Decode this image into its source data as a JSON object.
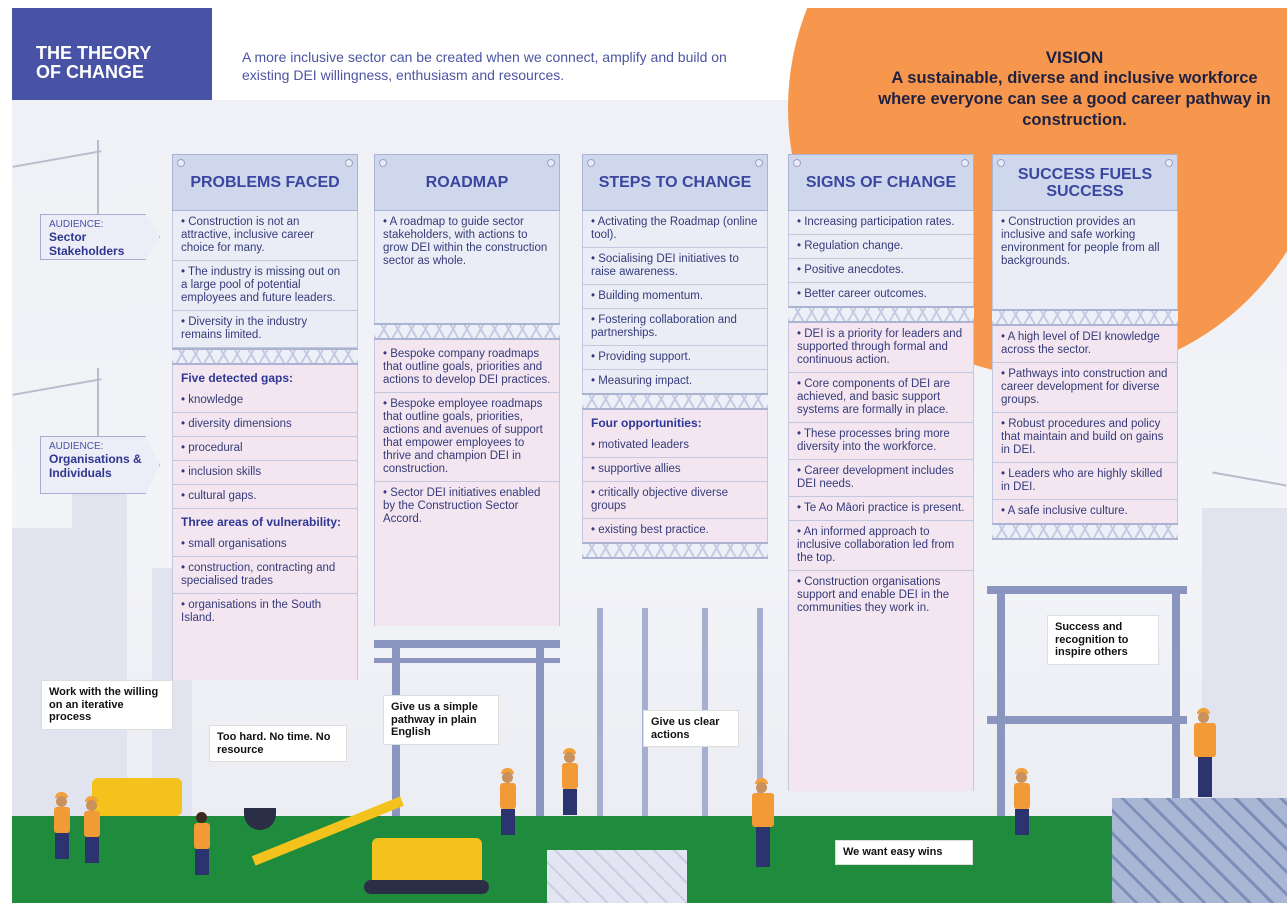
{
  "header": {
    "title_line1": "THE THEORY",
    "title_line2": "OF CHANGE",
    "intro": "A more inclusive sector can be created when we connect, amplify and build on existing DEI willingness, enthusiasm and resources."
  },
  "vision": {
    "heading": "VISION",
    "text": "A sustainable, diverse and inclusive workforce where everyone can see a good career pathway in construction."
  },
  "audiences": [
    {
      "label": "AUDIENCE:",
      "name": "Sector Stakeholders"
    },
    {
      "label": "AUDIENCE:",
      "name": "Organisations & Individuals"
    }
  ],
  "columns": [
    {
      "title": "PROBLEMS FACED",
      "sector": [
        "• Construction is not an attractive, inclusive career choice for many.",
        "• The industry is missing out on a large pool of potential employees and future leaders.",
        "• Diversity in the industry remains limited."
      ],
      "org_sub1": "Five detected gaps:",
      "org_list1": [
        "• knowledge",
        "• diversity dimensions",
        "• procedural",
        "• inclusion skills",
        "• cultural gaps."
      ],
      "org_sub2": "Three areas of vulnerability:",
      "org_list2": [
        "• small organisations",
        "• construction, contracting and specialised trades",
        "• organisations in the South Island."
      ]
    },
    {
      "title": "ROADMAP",
      "sector": [
        "• A roadmap to guide sector stakeholders, with actions to grow DEI within the construction sector as whole."
      ],
      "org": [
        "• Bespoke company roadmaps that outline goals, priorities and actions to develop DEI practices.",
        "• Bespoke employee roadmaps that outline goals, priorities, actions and avenues of support that empower employees to thrive and champion DEI in construction.",
        "• Sector DEI initiatives enabled by the Construction Sector Accord."
      ]
    },
    {
      "title": "STEPS TO CHANGE",
      "sector": [
        "• Activating the Roadmap (online tool).",
        "• Socialising DEI initiatives to raise awareness.",
        "• Building momentum.",
        "• Fostering collaboration and partnerships.",
        "• Providing support.",
        "• Measuring impact."
      ],
      "org_sub": "Four opportunities:",
      "org": [
        "• motivated leaders",
        "• supportive allies",
        "• critically objective diverse groups",
        "• existing best practice."
      ]
    },
    {
      "title": "SIGNS OF CHANGE",
      "sector": [
        "• Increasing participation rates.",
        "• Regulation change.",
        "• Positive anecdotes.",
        "• Better career outcomes."
      ],
      "org": [
        "• DEI is a priority for leaders and supported through formal and continuous action.",
        "• Core components of DEI are achieved, and basic support systems are formally in place.",
        "• These processes bring more diversity into the workforce.",
        "• Career development includes DEI needs.",
        "• Te Ao Māori practice is present.",
        "• An informed approach to inclusive collaboration led from the top.",
        "• Construction organisations support and enable DEI in the communities they work in."
      ]
    },
    {
      "title": "SUCCESS FUELS SUCCESS",
      "sector": [
        "• Construction provides an inclusive and safe working environment for people from all backgrounds."
      ],
      "org": [
        "• A high level of DEI knowledge across the sector.",
        "• Pathways into construction and career development for diverse groups.",
        "• Robust procedures and policy that maintain and build on gains in DEI.",
        "• Leaders who are highly skilled in DEI.",
        "• A safe inclusive culture."
      ]
    }
  ],
  "bubbles": {
    "b1": "Work with the willing on an iterative process",
    "b2": "Too hard. No time. No resource",
    "b3": "Give us a simple pathway in plain English",
    "b4": "Give us clear actions",
    "b5": "Success and recognition to inspire others",
    "b6": "We want easy wins"
  },
  "colors": {
    "brand": "#4853a6",
    "sun": "#f7974d",
    "ground": "#1e8c3c",
    "pink": "#f3e6f0",
    "blue": "#eaedf6"
  }
}
